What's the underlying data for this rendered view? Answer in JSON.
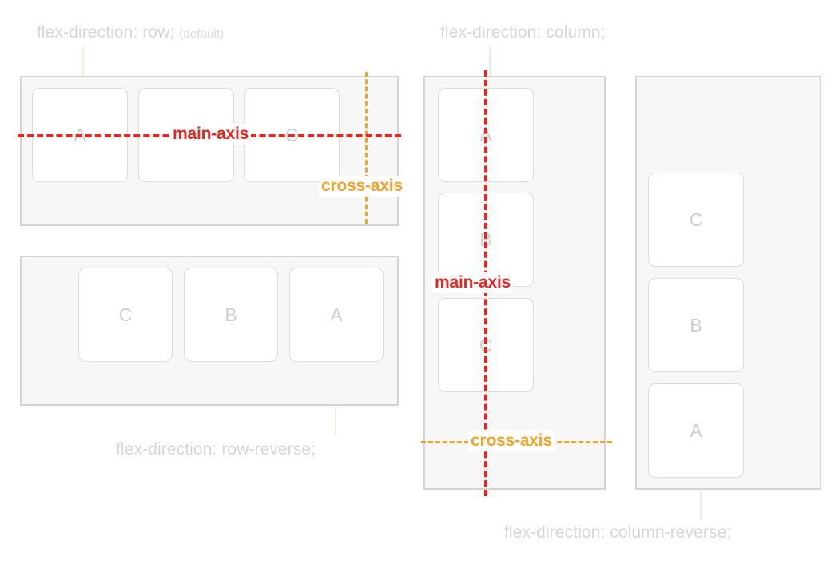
{
  "diagram": {
    "title_row": "flex-direction: row;",
    "title_row_note": "(default)",
    "title_column": "flex-direction: column;",
    "title_row_reverse": "flex-direction: row-reverse;",
    "title_column_reverse": "flex-direction: column-reverse;",
    "main_axis_label": "main-axis",
    "cross_axis_label": "cross-axis",
    "colors": {
      "main_axis": "#e8251f",
      "cross_axis": "#f2a32a",
      "caption": "#d6d6d6",
      "panel_fill": "#f7f7f8",
      "panel_border": "#d4d4d4",
      "item_fill": "#ffffff",
      "item_border": "#dcdcdc",
      "item_letter": "#cfcfcf",
      "leader_line": "#fbe7e2"
    }
  },
  "panels": {
    "row": {
      "name": "flex-direction-row",
      "items": [
        "A",
        "B",
        "C"
      ],
      "main_axis": "horizontal",
      "cross_axis": "vertical"
    },
    "row_reverse": {
      "name": "flex-direction-row-reverse",
      "items": [
        "C",
        "B",
        "A"
      ],
      "main_axis": "horizontal",
      "cross_axis": "vertical"
    },
    "column": {
      "name": "flex-direction-column",
      "items": [
        "A",
        "B",
        "C"
      ],
      "main_axis": "vertical",
      "cross_axis": "horizontal"
    },
    "column_reverse": {
      "name": "flex-direction-column-reverse",
      "items": [
        "C",
        "B",
        "A"
      ],
      "main_axis": "vertical",
      "cross_axis": "horizontal"
    }
  }
}
